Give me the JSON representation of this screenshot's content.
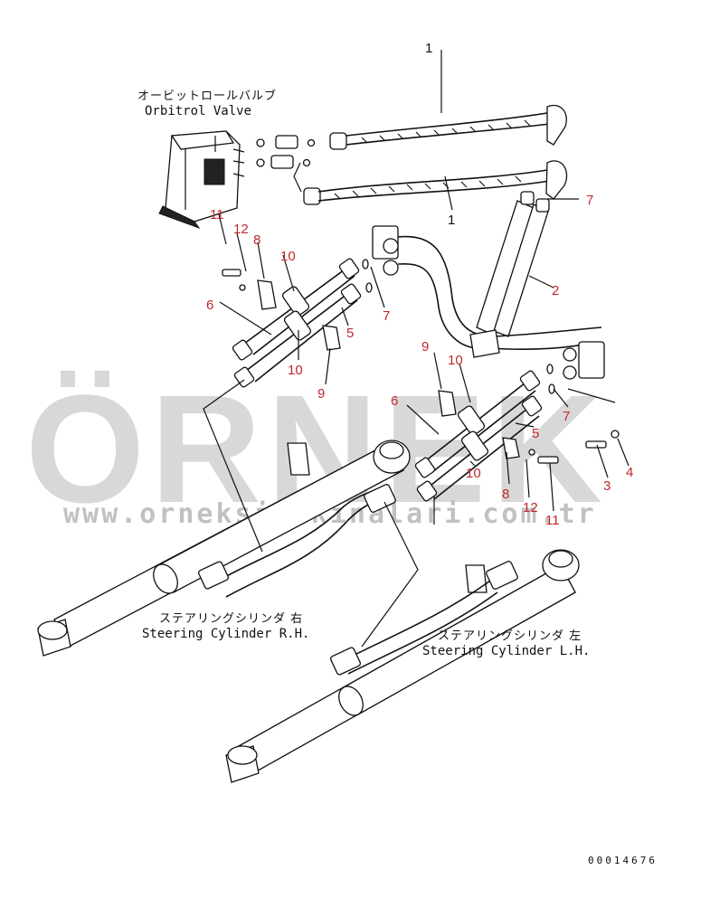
{
  "labels": {
    "orbitrol_jp": "オービットロールバルブ",
    "orbitrol_en": "Orbitrol Valve",
    "steer_rh_jp": "ステアリングシリンダ 右",
    "steer_rh_en": "Steering Cylinder R.H.",
    "steer_lh_jp": "ステアリングシリンダ 左",
    "steer_lh_en": "Steering Cylinder L.H.",
    "drawing_code": "00014676"
  },
  "watermark": {
    "brand": "ÖRNEK",
    "url": "www.orneksimakinalari.com.tr",
    "accent_color": "#f2c200",
    "gray_color": "#b9b9b9"
  },
  "callouts": [
    {
      "id": "c1a",
      "text": "1",
      "color": "black"
    },
    {
      "id": "c1b",
      "text": "1",
      "color": "black"
    },
    {
      "id": "c2",
      "text": "2",
      "color": "red"
    },
    {
      "id": "c3",
      "text": "3",
      "color": "red"
    },
    {
      "id": "c4",
      "text": "4",
      "color": "red"
    },
    {
      "id": "c5a",
      "text": "5",
      "color": "red"
    },
    {
      "id": "c5b",
      "text": "5",
      "color": "red"
    },
    {
      "id": "c6a",
      "text": "6",
      "color": "red"
    },
    {
      "id": "c6b",
      "text": "6",
      "color": "red"
    },
    {
      "id": "c7a",
      "text": "7",
      "color": "red"
    },
    {
      "id": "c7b",
      "text": "7",
      "color": "red"
    },
    {
      "id": "c7c",
      "text": "7",
      "color": "red"
    },
    {
      "id": "c8a",
      "text": "8",
      "color": "red"
    },
    {
      "id": "c8b",
      "text": "8",
      "color": "red"
    },
    {
      "id": "c9a",
      "text": "9",
      "color": "red"
    },
    {
      "id": "c9b",
      "text": "9",
      "color": "red"
    },
    {
      "id": "c10a",
      "text": "10",
      "color": "red"
    },
    {
      "id": "c10b",
      "text": "10",
      "color": "red"
    },
    {
      "id": "c10c",
      "text": "10",
      "color": "red"
    },
    {
      "id": "c10d",
      "text": "10",
      "color": "red"
    },
    {
      "id": "c11a",
      "text": "11",
      "color": "red"
    },
    {
      "id": "c11b",
      "text": "11",
      "color": "red"
    },
    {
      "id": "c12a",
      "text": "12",
      "color": "red"
    },
    {
      "id": "c12b",
      "text": "12",
      "color": "red"
    }
  ]
}
